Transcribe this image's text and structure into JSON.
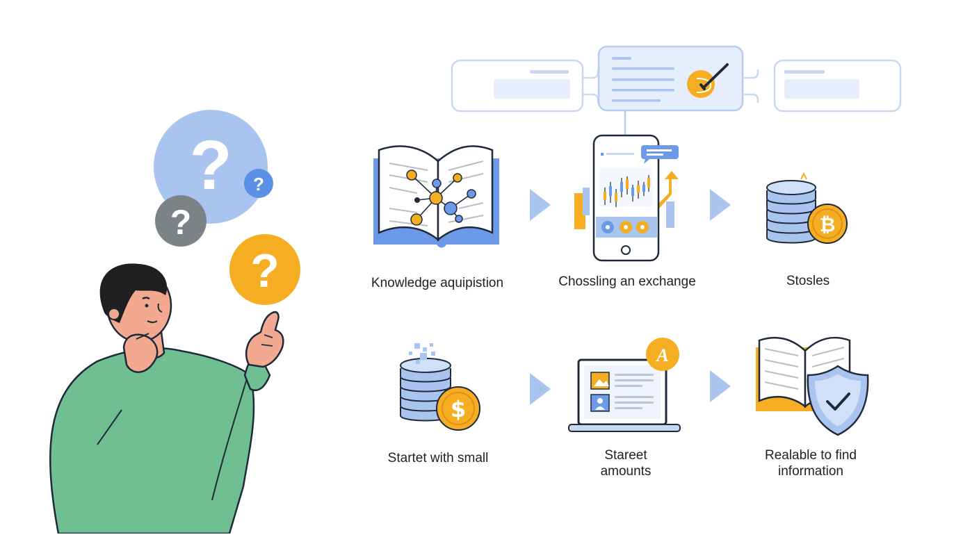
{
  "steps": [
    {
      "label": "Knowledge aquipistion",
      "icon": "open-book-network-icon"
    },
    {
      "label": "Chossling an exchange",
      "icon": "phone-trading-chart-icon"
    },
    {
      "label": "Stosles",
      "icon": "coin-stack-bitcoin-icon"
    },
    {
      "label": "Startet with small",
      "icon": "coin-stack-dollar-icon"
    },
    {
      "label_lines": [
        "Stareet",
        "amounts"
      ],
      "icon": "laptop-profile-icon"
    },
    {
      "label_lines": [
        "Realable to find",
        "information"
      ],
      "icon": "book-shield-check-icon"
    }
  ],
  "question_marks": [
    "?",
    "?",
    "?",
    "?"
  ],
  "badges": {
    "laptop_badge": "A",
    "coin_symbol_bitcoin": "₿",
    "coin_symbol_dollar": "$"
  },
  "colors": {
    "blue_light": "#a9c4ef",
    "blue": "#6d9ae8",
    "blue_pale": "#e6eefb",
    "orange": "#f5ad22",
    "gray": "#7b8387",
    "green_shirt": "#6fbf92",
    "skin": "#f2a98f",
    "hair": "#1f1f1f",
    "outline": "#1e2a3a"
  }
}
